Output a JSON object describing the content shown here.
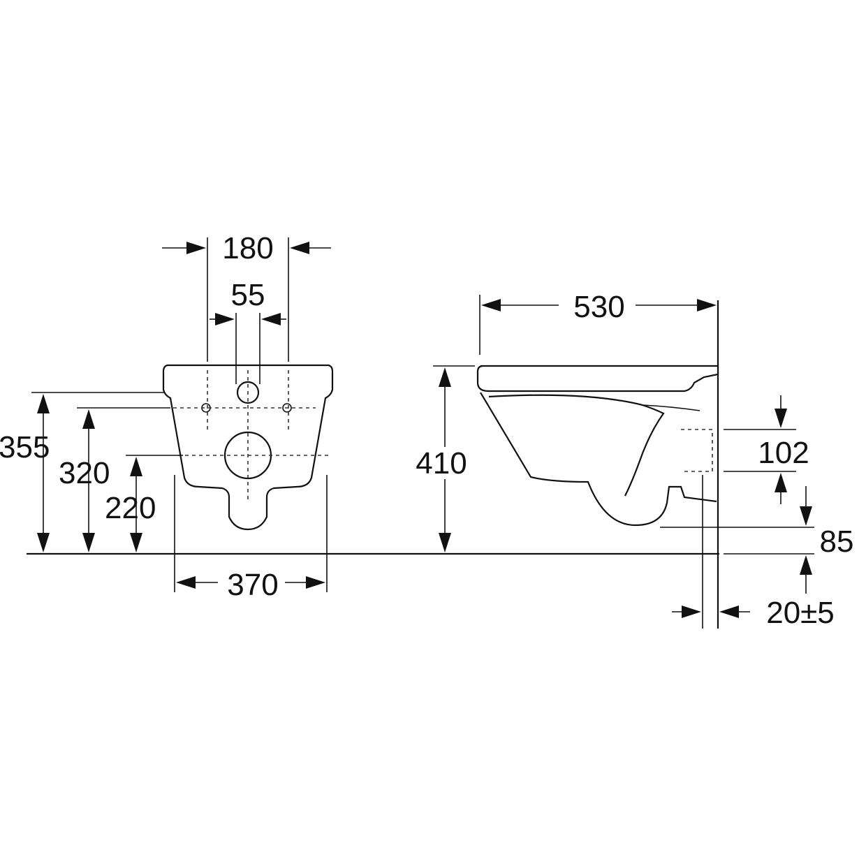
{
  "dimensions": {
    "front": {
      "top_width": "180",
      "inner_width": "55",
      "overall_height": "355",
      "fixing_height": "320",
      "outlet_height": "220",
      "bottom_width": "370"
    },
    "side": {
      "depth": "530",
      "height": "410",
      "inlet": "102",
      "outlet_offset": "85",
      "wall_gap": "20±5"
    }
  }
}
